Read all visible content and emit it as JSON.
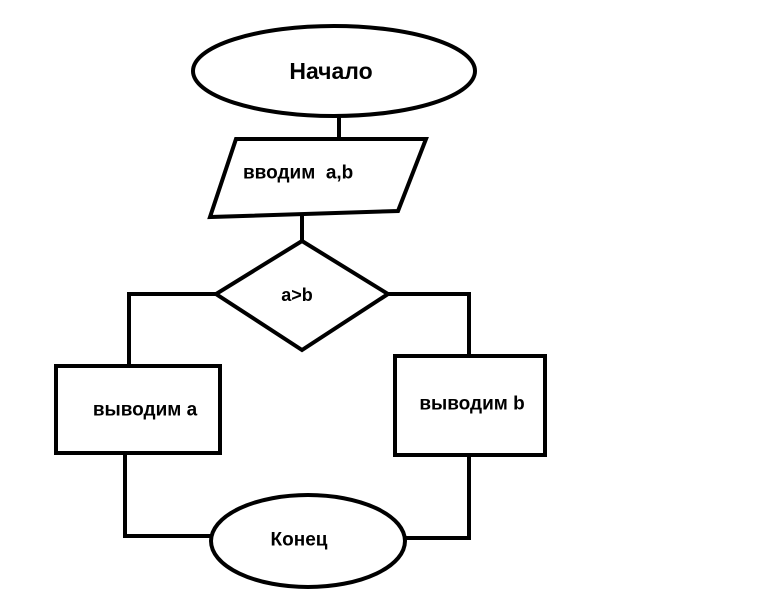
{
  "diagram": {
    "start": {
      "label": "Начало"
    },
    "input": {
      "label": "вводим  a,b"
    },
    "decision": {
      "label": "a>b"
    },
    "output_a": {
      "label": "выводим a"
    },
    "output_b": {
      "label": "выводим b"
    },
    "end": {
      "label": "Конец"
    }
  }
}
